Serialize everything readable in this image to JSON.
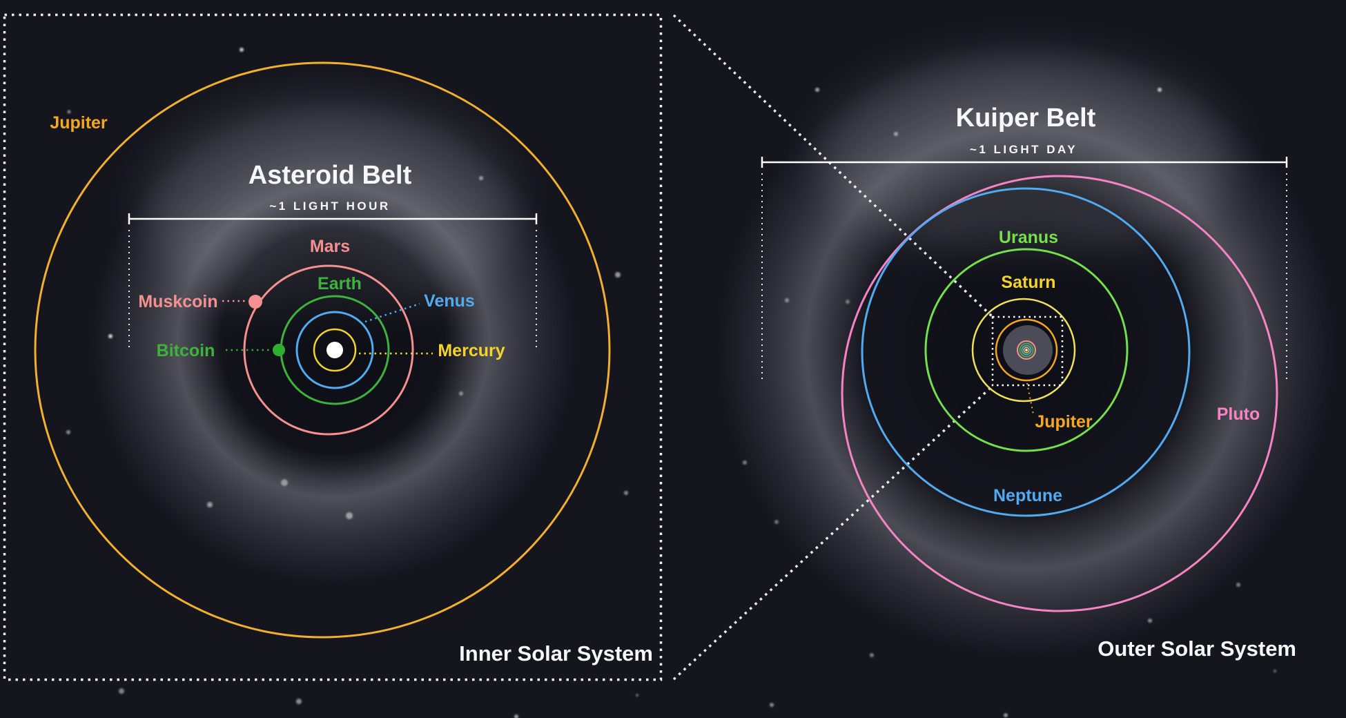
{
  "colors": {
    "background": "#15151E",
    "text_white": "#F7F7FA",
    "line_white": "#FFFFFF",
    "yellow": "#F5D32B",
    "pale_yellow": "#F0E05A",
    "orange": "#F5A81E",
    "jupiter_orbit": "#F2B02C",
    "green": "#3CB43C",
    "bitcoin_green": "#2FAF2F",
    "bright_green": "#74E04B",
    "blue": "#52AAF0",
    "salmon": "#F59090",
    "pink": "#F584C6",
    "sun": "#FFFFFF",
    "mini_haze": "#4C4C58"
  },
  "inner_panel": {
    "title": "Asteroid Belt",
    "scale_label": "~1 LIGHT HOUR",
    "corner_label": "Inner Solar System",
    "labels": {
      "jupiter": "Jupiter",
      "mars": "Mars",
      "earth": "Earth",
      "venus": "Venus",
      "mercury": "Mercury",
      "muskcoin": "Muskcoin",
      "bitcoin": "Bitcoin"
    }
  },
  "outer_panel": {
    "title": "Kuiper Belt",
    "scale_label": "~1 LIGHT DAY",
    "corner_label": "Outer Solar System",
    "labels": {
      "uranus": "Uranus",
      "saturn": "Saturn",
      "jupiter": "Jupiter",
      "neptune": "Neptune",
      "pluto": "Pluto"
    }
  }
}
